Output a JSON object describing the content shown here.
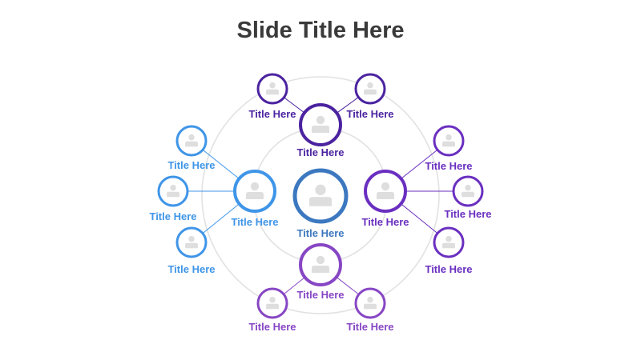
{
  "slide": {
    "title": "Slide Title Here"
  },
  "colors": {
    "ring": "#e2e2e2",
    "avatar": "#dedede",
    "center": "#3c78bf",
    "top": "#4b23a0",
    "left": "#3f95e8",
    "right": "#6a2fc0",
    "bottom": "#8746c4"
  },
  "center": {
    "label": "Title Here",
    "icon": "person-icon"
  },
  "groups": [
    {
      "key": "top",
      "label": "Title Here",
      "children": [
        {
          "label": "Title Here"
        },
        {
          "label": "Title Here"
        }
      ]
    },
    {
      "key": "left",
      "label": "Title Here",
      "children": [
        {
          "label": "Title Here"
        },
        {
          "label": "Title Here"
        },
        {
          "label": "Title Here"
        }
      ]
    },
    {
      "key": "right",
      "label": "Title Here",
      "children": [
        {
          "label": "Title Here"
        },
        {
          "label": "Title Here"
        },
        {
          "label": "Title Here"
        }
      ]
    },
    {
      "key": "bottom",
      "label": "Title Here",
      "children": [
        {
          "label": "Title Here"
        },
        {
          "label": "Title Here"
        }
      ]
    }
  ]
}
